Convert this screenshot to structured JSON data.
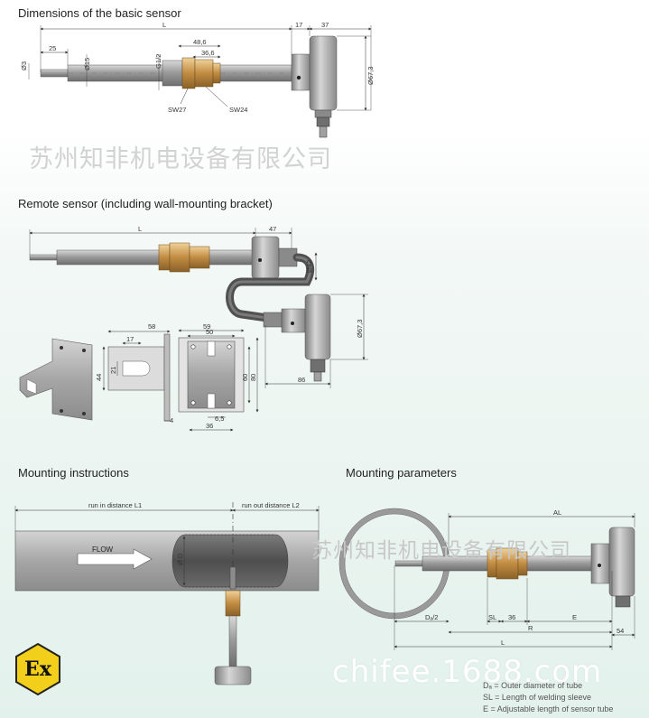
{
  "headings": {
    "basic": "Dimensions of the basic sensor",
    "remote": "Remote sensor (including wall-mounting bracket)",
    "mounting": "Mounting instructions",
    "parameters": "Mounting parameters"
  },
  "basic_labels": {
    "L": "L",
    "d17": "17",
    "d37": "37",
    "d25": "25",
    "d3": "Ø3",
    "d15": "Ø15",
    "g12": "G1/2",
    "d486": "48,6",
    "d366": "36,6",
    "sw27": "SW27",
    "sw24": "SW24",
    "d673": "Ø67,3"
  },
  "remote_labels": {
    "L": "L",
    "d47": "47",
    "d42": "Ø42",
    "d673": "Ø67,3",
    "d86": "86",
    "b58": "58",
    "b17": "17",
    "b44": "44",
    "b21": "21",
    "b59": "59",
    "b50": "50",
    "b60": "60",
    "b80": "80",
    "b65": "6,5",
    "b36": "36",
    "b4": "4"
  },
  "mounting_labels": {
    "run_in": "run in distance L1",
    "run_out": "run out distance L2",
    "flow": "FLOW",
    "d": "Ø D"
  },
  "param_labels": {
    "AL": "AL",
    "da2": "Dₐ/2",
    "SL": "SL",
    "d36": "36",
    "E": "E",
    "R": "R",
    "L": "L",
    "d54": "54"
  },
  "legend": [
    "Dₐ = Outer diameter of tube",
    "SL = Length of welding sleeve",
    "E = Adjustable length of sensor tube"
  ],
  "watermarks": {
    "company": "苏州知非机电设备有限公司",
    "site": "chifee.1688.com"
  },
  "ex_mark": "Ex",
  "colors": {
    "tube": "#9a9a9a",
    "brass": "#c79a55",
    "bracket": "#c8c8c8",
    "text": "#222222"
  }
}
